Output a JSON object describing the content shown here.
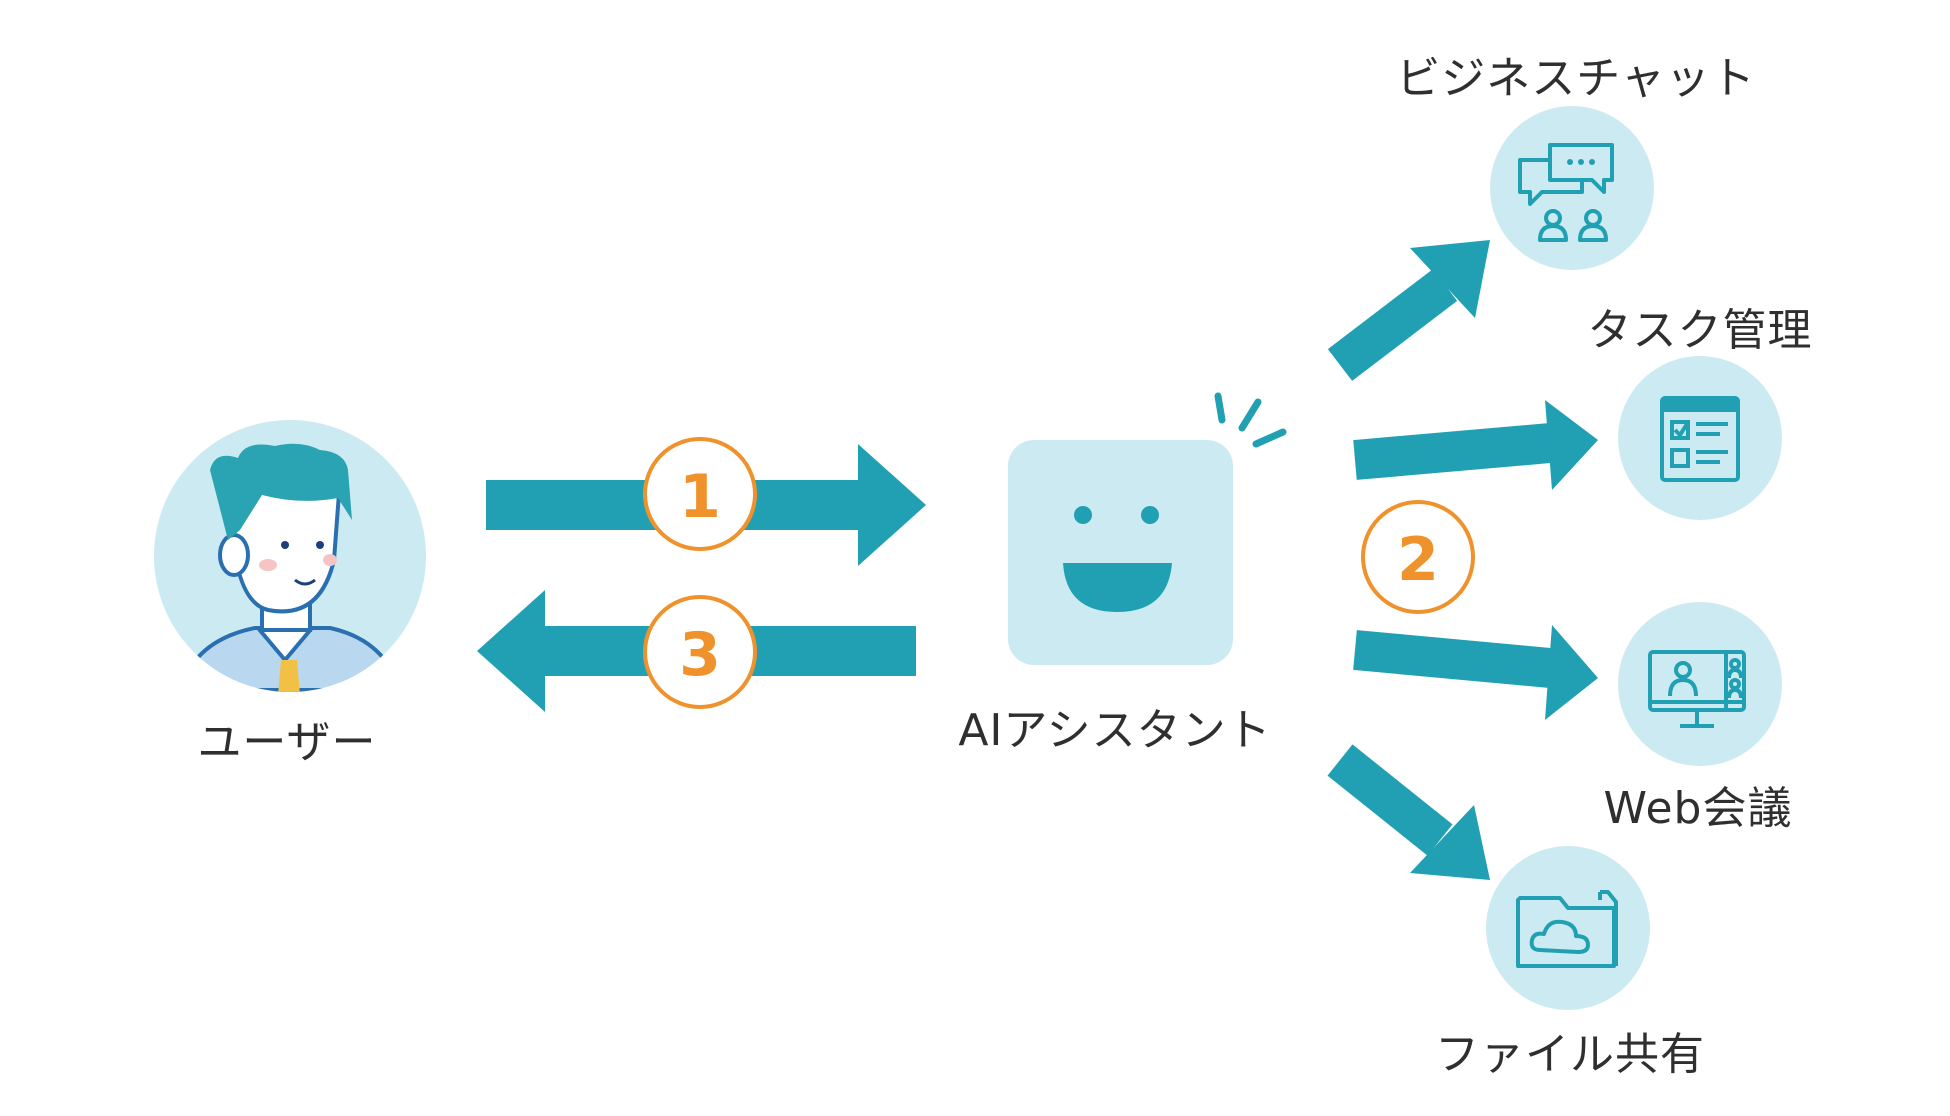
{
  "labels": {
    "user": "ユーザー",
    "assistant": "AIアシスタント",
    "business_chat": "ビジネスチャット",
    "task_management": "タスク管理",
    "web_meeting": "Web会議",
    "file_sharing": "ファイル共有"
  },
  "steps": {
    "step1": "1",
    "step2": "2",
    "step3": "3"
  },
  "colors": {
    "teal": "#21a0b4",
    "light_blue": "#cceaf1",
    "orange": "#f0922b",
    "text": "#2f2f2f"
  },
  "icons": [
    "user-avatar-icon",
    "smiley-assistant-icon",
    "chat-bubbles-icon",
    "task-checklist-icon",
    "video-conference-icon",
    "cloud-folder-icon"
  ]
}
